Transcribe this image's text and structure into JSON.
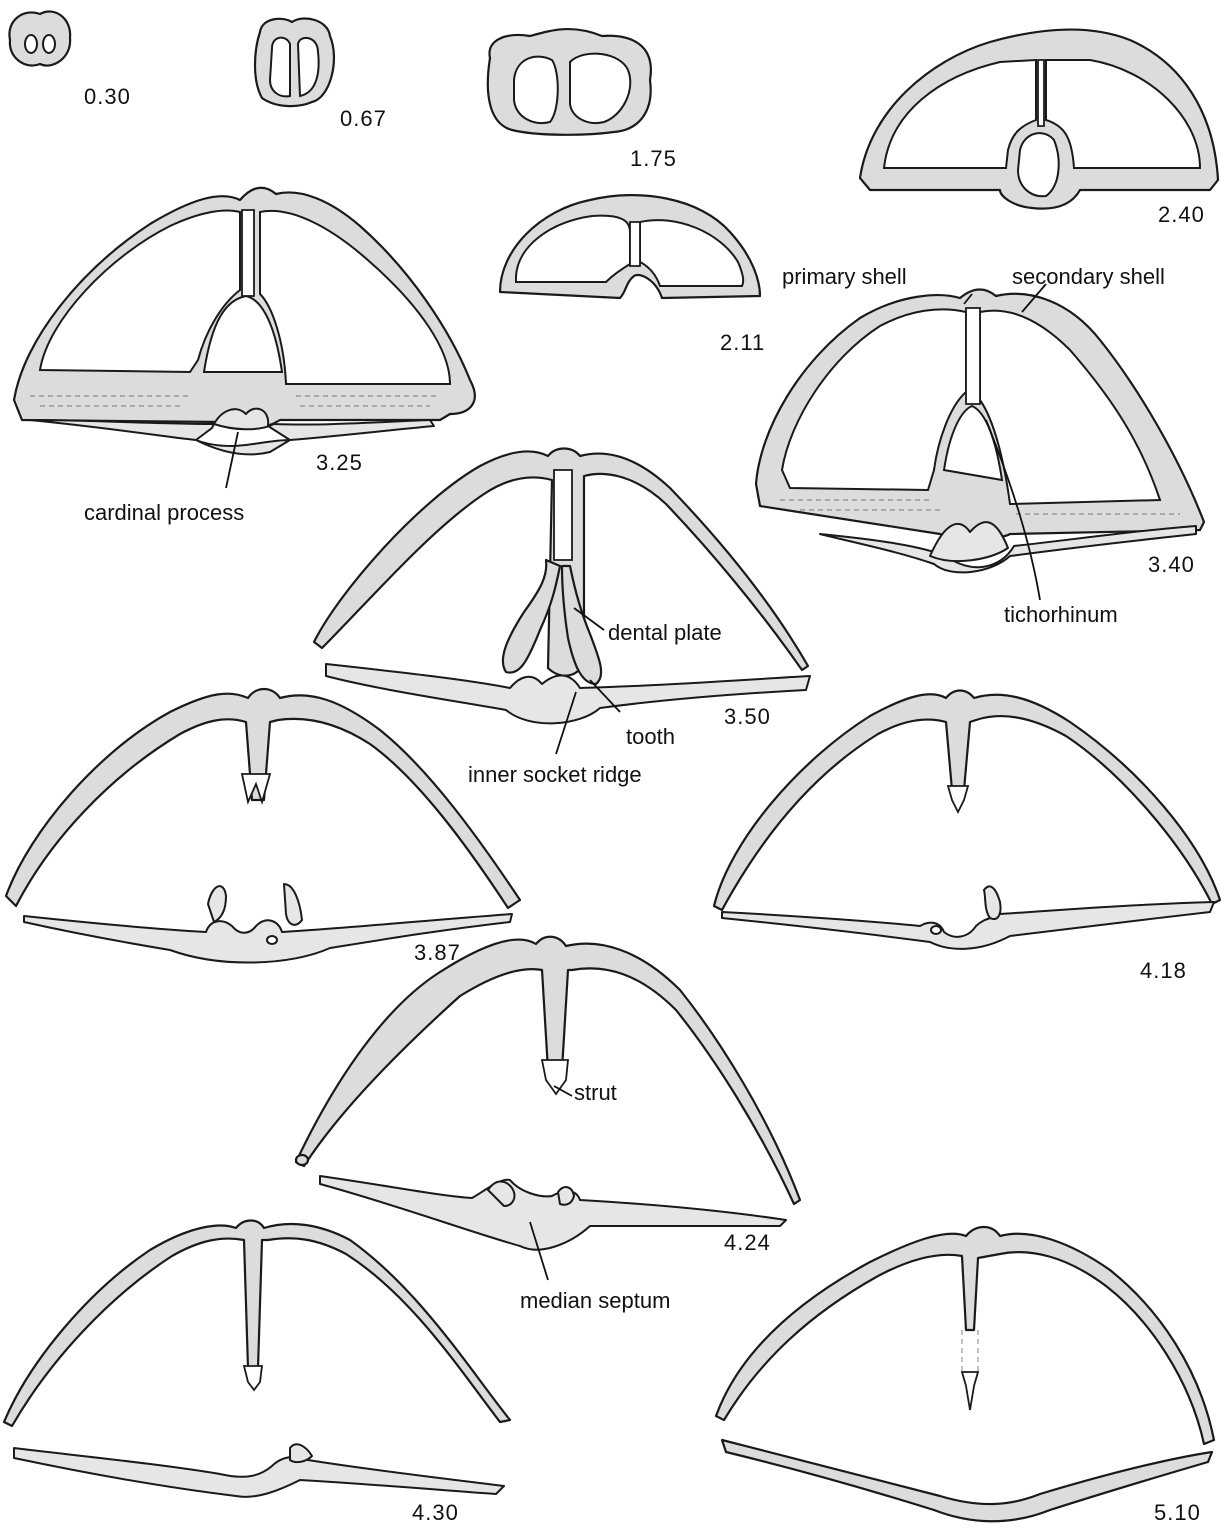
{
  "sections": [
    {
      "id": "s030",
      "label": "0.30"
    },
    {
      "id": "s067",
      "label": "0.67"
    },
    {
      "id": "s175",
      "label": "1.75"
    },
    {
      "id": "s240",
      "label": "2.40"
    },
    {
      "id": "s211",
      "label": "2.11"
    },
    {
      "id": "s325",
      "label": "3.25"
    },
    {
      "id": "s340",
      "label": "3.40"
    },
    {
      "id": "s350",
      "label": "3.50"
    },
    {
      "id": "s387",
      "label": "3.87"
    },
    {
      "id": "s418",
      "label": "4.18"
    },
    {
      "id": "s424",
      "label": "4.24"
    },
    {
      "id": "s430",
      "label": "4.30"
    },
    {
      "id": "s510",
      "label": "5.10"
    }
  ],
  "annotations": {
    "primary_shell": "primary shell",
    "secondary_shell": "secondary shell",
    "cardinal_process": "cardinal process",
    "dental_plate": "dental plate",
    "tichorhinum": "tichorhinum",
    "tooth": "tooth",
    "inner_socket_ridge": "inner socket ridge",
    "strut": "strut",
    "median_septum": "median septum"
  }
}
